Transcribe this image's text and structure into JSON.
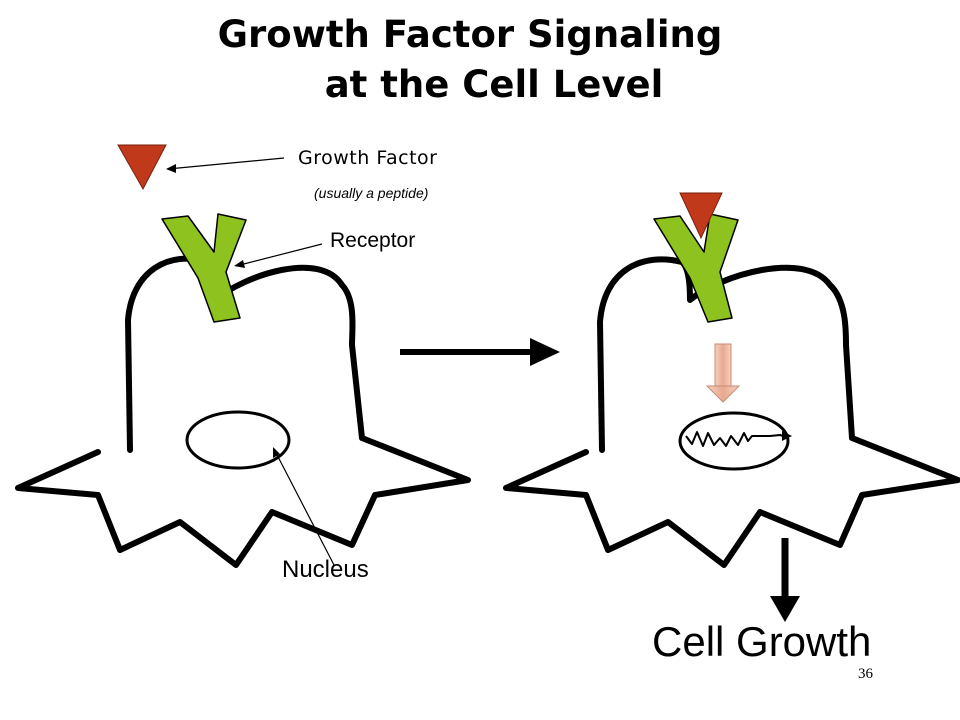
{
  "title": {
    "line1": "Growth Factor Signaling",
    "line2": "at the Cell Level"
  },
  "labels": {
    "growth_factor": "Growth Factor",
    "growth_factor_note": "(usually a peptide)",
    "receptor": "Receptor",
    "nucleus": "Nucleus",
    "outcome": "Cell Growth"
  },
  "page_number": "36",
  "colors": {
    "growth_factor": "#c0391b",
    "receptor": "#8dc21f",
    "signal_arrow": "#e8a890",
    "outline": "#000000"
  }
}
